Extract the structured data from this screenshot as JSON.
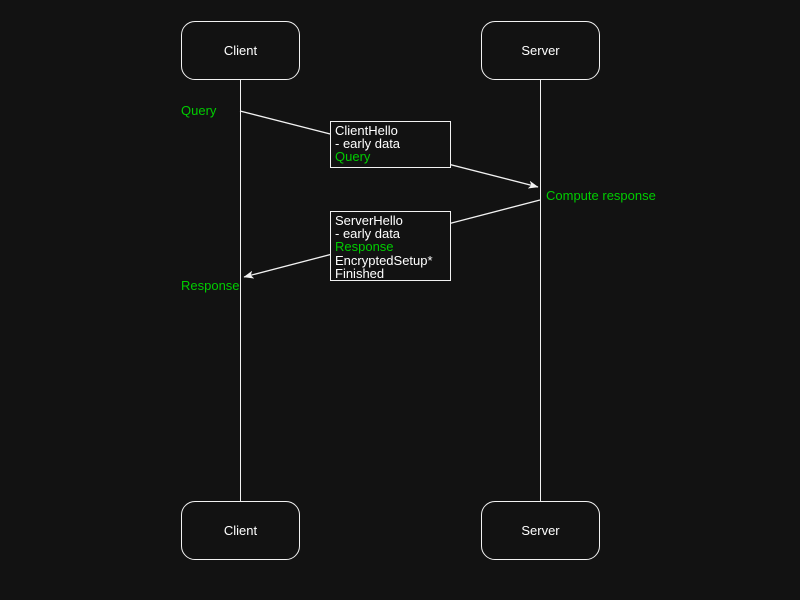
{
  "colors": {
    "background": "#121212",
    "stroke": "#f2f2f2",
    "text": "#ffffff",
    "accent_green": "#00cc00"
  },
  "actors": {
    "client_top": "Client",
    "server_top": "Server",
    "client_bottom": "Client",
    "server_bottom": "Server"
  },
  "annotations": {
    "query": "Query",
    "compute_response": "Compute response",
    "response": "Response"
  },
  "messages": {
    "client_hello": {
      "lines": [
        {
          "text": "ClientHello",
          "emphasis": "white"
        },
        {
          "text": "- early data",
          "emphasis": "white"
        },
        {
          "text": "Query",
          "emphasis": "green"
        }
      ]
    },
    "server_hello": {
      "lines": [
        {
          "text": "ServerHello",
          "emphasis": "white"
        },
        {
          "text": "- early data",
          "emphasis": "white"
        },
        {
          "text": "Response",
          "emphasis": "green"
        },
        {
          "text": "EncryptedSetup*",
          "emphasis": "white"
        },
        {
          "text": "Finished",
          "emphasis": "white"
        }
      ]
    }
  }
}
